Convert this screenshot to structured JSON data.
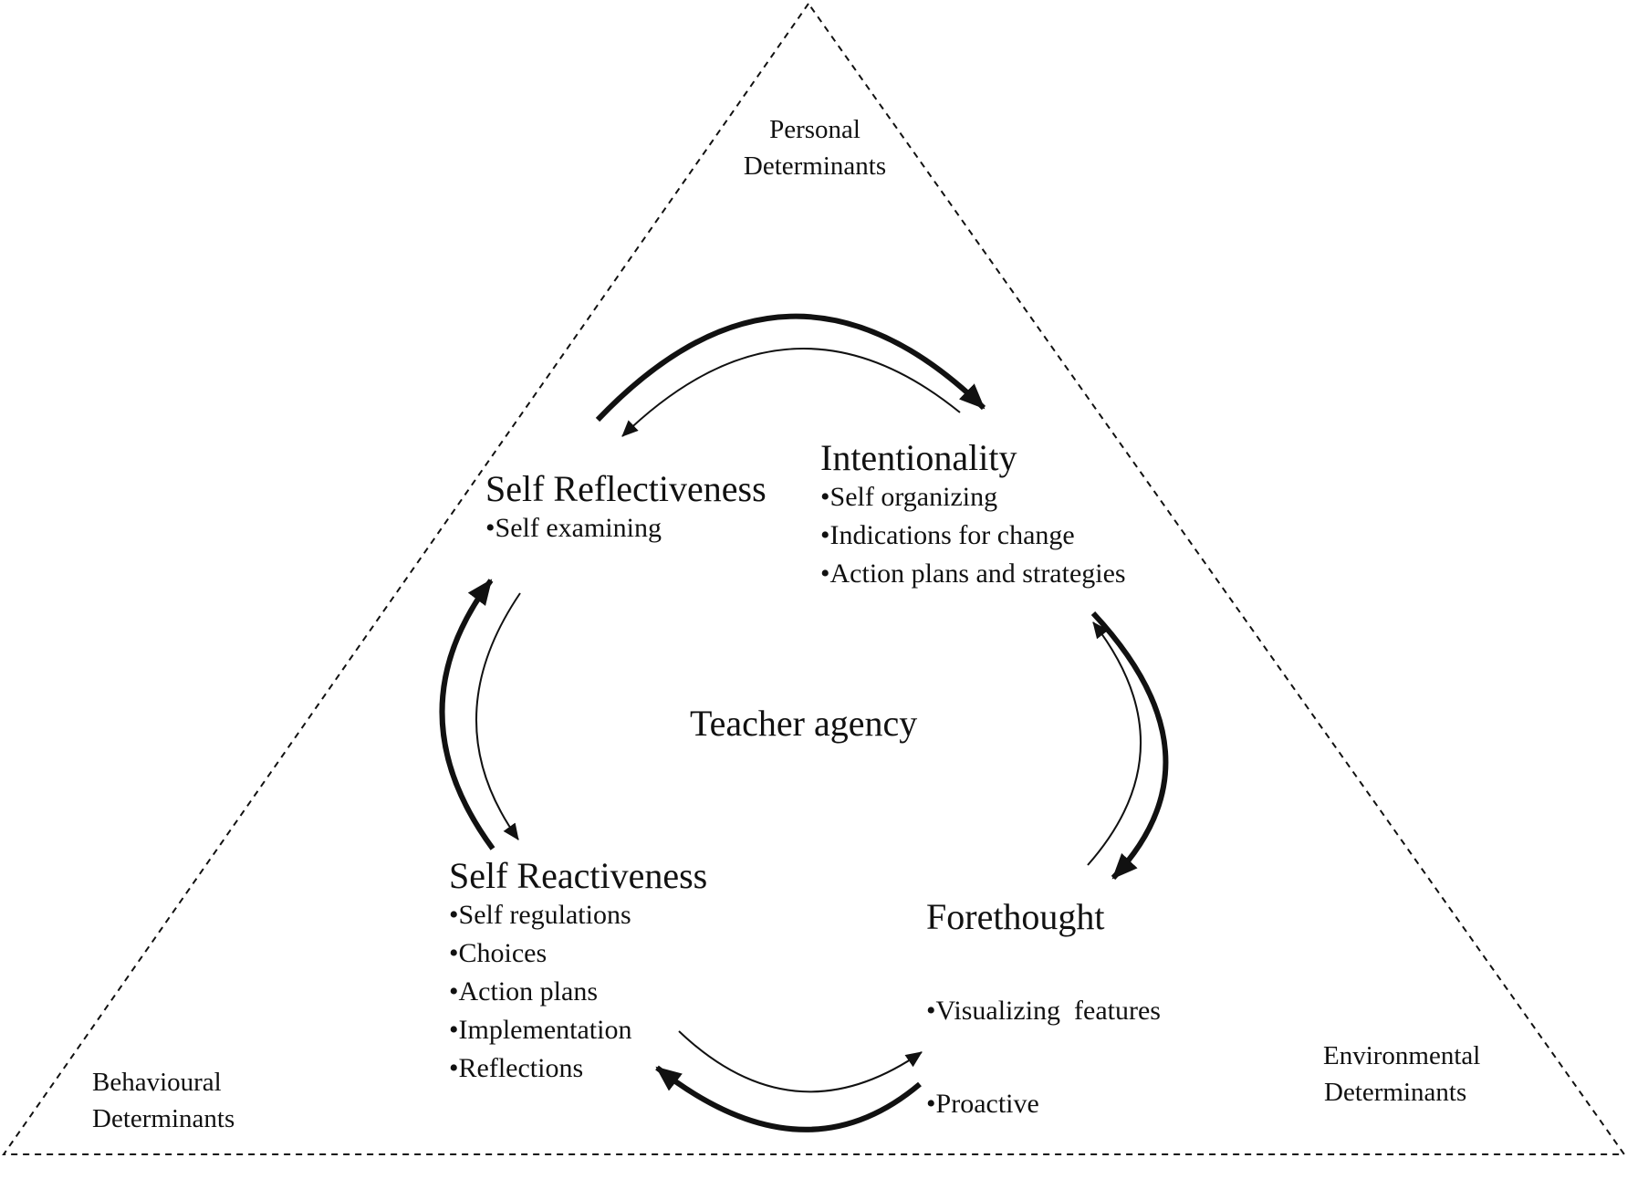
{
  "corners": {
    "personal": [
      "Personal",
      "Determinants"
    ],
    "behavioural": [
      "Behavioural",
      "Determinants"
    ],
    "environmental": [
      "Environmental",
      "Determinants"
    ]
  },
  "center_label": "Teacher agency",
  "nodes": {
    "intentionality": {
      "title": "Intentionality",
      "items": [
        "Self organizing",
        "Indications for change",
        "Action plans and strategies"
      ]
    },
    "self_reflectiveness": {
      "title": "Self Reflectiveness",
      "items": [
        "Self examining"
      ]
    },
    "self_reactiveness": {
      "title": "Self Reactiveness",
      "items": [
        "Self regulations",
        "Choices",
        "Action plans",
        "Implementation",
        "Reflections"
      ]
    },
    "forethought": {
      "title": "Forethought",
      "items": [
        "Visualizing  features",
        "Proactive"
      ]
    }
  },
  "colors": {
    "ink": "#111111",
    "background": "#ffffff"
  }
}
